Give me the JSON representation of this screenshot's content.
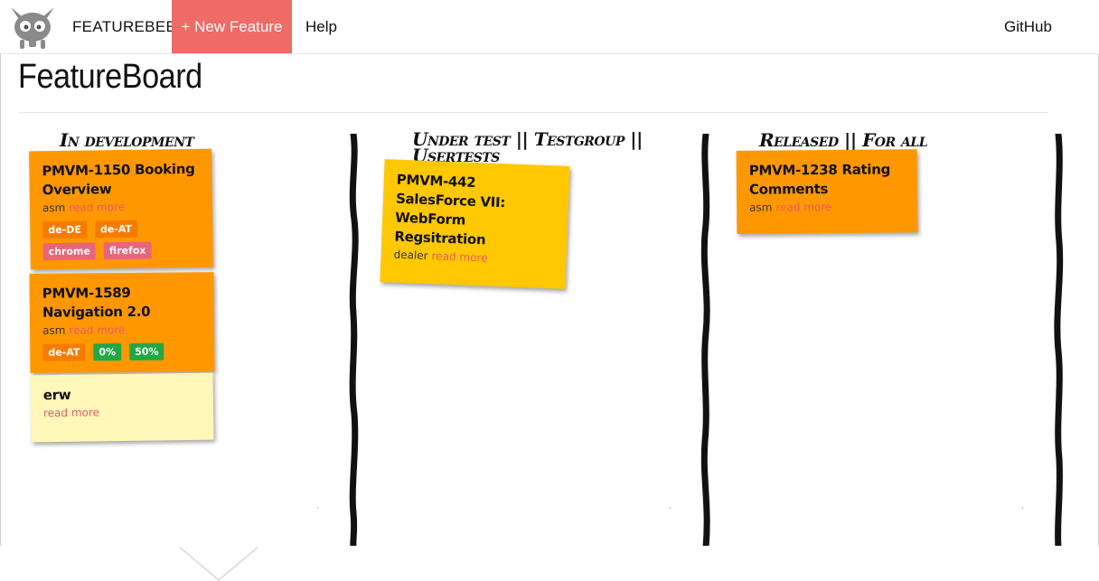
{
  "nav": {
    "brand": "FEATUREBEE",
    "new_feature": "+ New Feature",
    "help": "Help",
    "github": "GitHub"
  },
  "page": {
    "title": "FeatureBoard"
  },
  "columns": [
    {
      "title": "In development",
      "cards": [
        {
          "title": "PMVM-1150 Booking Overview",
          "author": "asm",
          "read_more": "read more",
          "tags": [
            {
              "label": "de-DE",
              "color": "#f57c00"
            },
            {
              "label": "de-AT",
              "color": "#f57c00"
            },
            {
              "label": "chrome",
              "color": "#e8667a"
            },
            {
              "label": "firefox",
              "color": "#e8667a"
            }
          ]
        },
        {
          "title": "PMVM-1589 Navigation 2.0",
          "author": "asm",
          "read_more": "read more",
          "tags": [
            {
              "label": "de-AT",
              "color": "#f57c00"
            },
            {
              "label": "0%",
              "color": "#22a845"
            },
            {
              "label": "50%",
              "color": "#22a845"
            }
          ]
        },
        {
          "title": "erw",
          "author": "",
          "read_more": "read more",
          "tags": []
        }
      ]
    },
    {
      "title": "Under test || Testgroup || Usertests",
      "cards": [
        {
          "title": "PMVM-442 SalesForce VII: WebForm Regsitration",
          "author": "dealer",
          "read_more": "read more",
          "tags": []
        }
      ]
    },
    {
      "title": "Released || For all",
      "cards": [
        {
          "title": "PMVM-1238 Rating Comments",
          "author": "asm",
          "read_more": "read more",
          "tags": []
        }
      ]
    }
  ],
  "colors": {
    "accent": "#ef6b66",
    "note_orange": "#ff9800",
    "note_gold": "#ffc800",
    "note_pale": "#fff8b8",
    "link": "#e85a6b",
    "tag_green": "#22a845"
  },
  "icons": {
    "logo": "bee-logo-icon"
  }
}
